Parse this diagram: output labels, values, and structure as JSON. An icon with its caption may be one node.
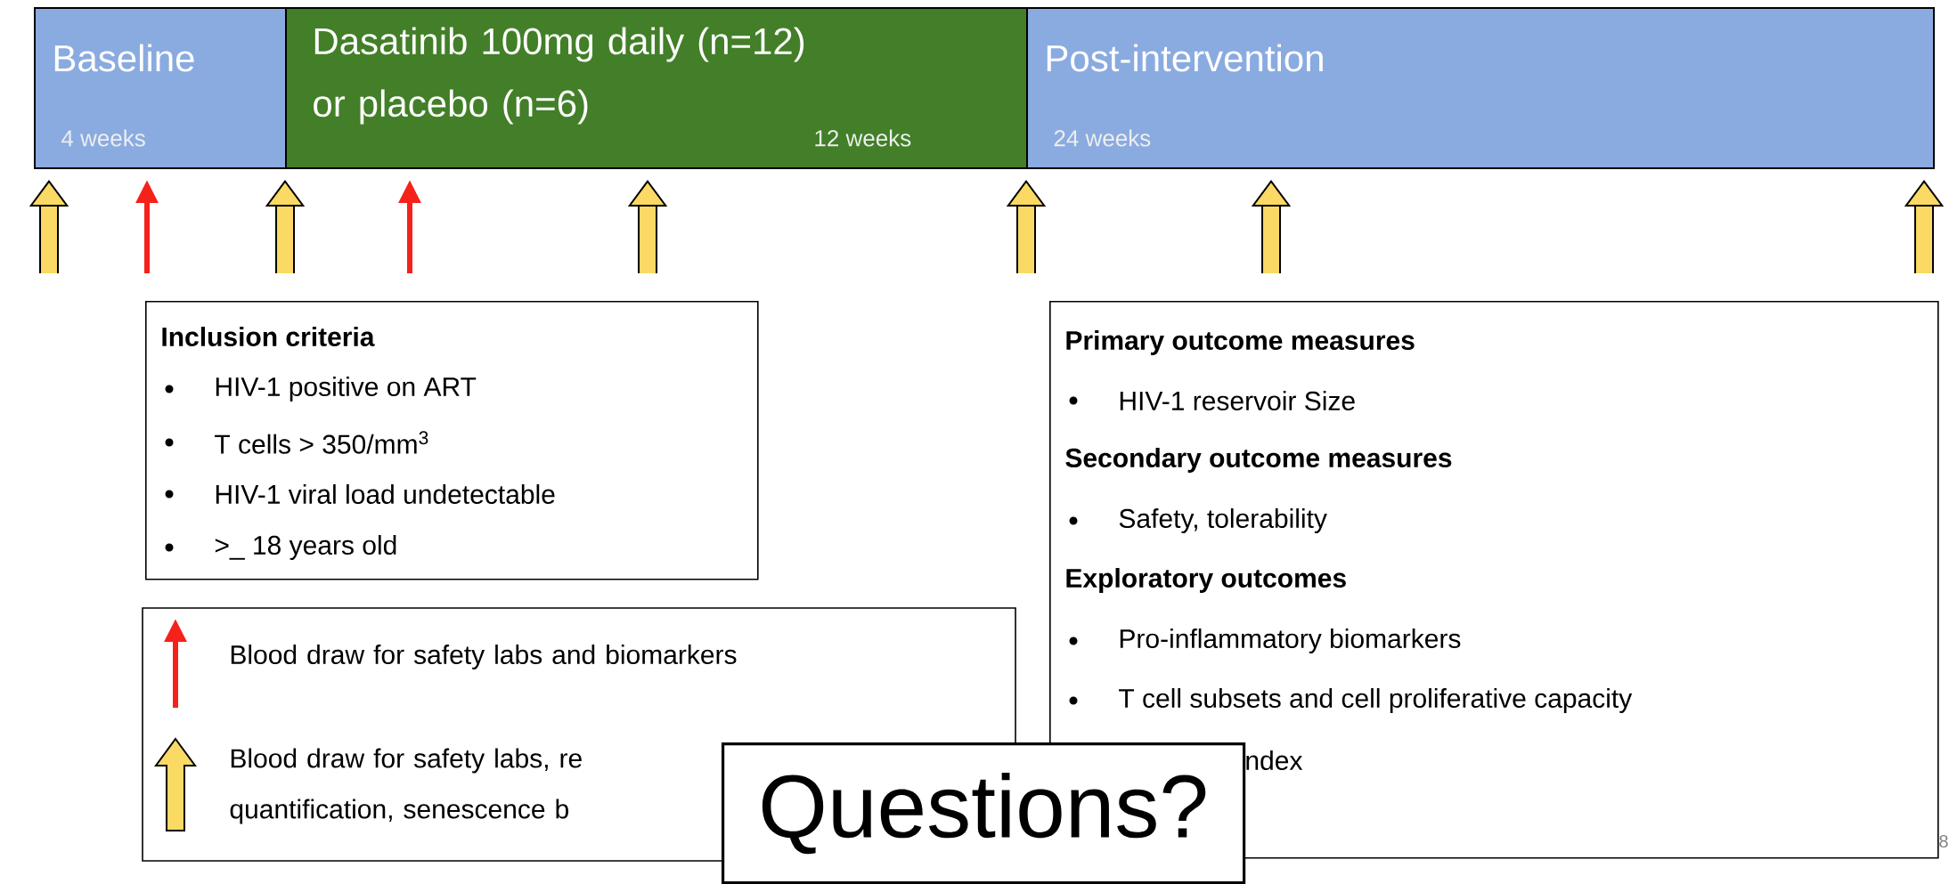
{
  "diagram": {
    "nodes": [
      {
        "text": [
          "Baseline",
          "4 weeks"
        ]
      },
      {
        "text": [
          "Dasatinib 100mg daily (n=12) or placebo (n=6)",
          "12 weeks"
        ]
      },
      {
        "text": [
          "Post-intervention",
          "24 weeks"
        ]
      },
      {
        "text": [
          "Inclusion criteria",
          "HIV-1 positive on ART",
          "T cells > 350/mm$^{3}$",
          "HIV-1 viral load undetectable",
          ">_ 18 years old"
        ]
      },
      {
        "text": [
          "Primary outcome measures",
          "HIV-1 reservoir Size",
          "Secondary outcome measures",
          "Safety, tolerability",
          "Exploratory outcomes",
          "Pro-inflammatory biomarkers",
          "T cell subsets and cell proliferative capacity",
          "ndex"
        ]
      },
      {
        "text": [
          "Questions?"
        ]
      }
    ],
    "edges": [
      {
        "from": null,
        "to": 0,
        "arrow": "to"
      },
      {
        "from": null,
        "to": 0,
        "arrow": "to",
        "color": "#f5221b"
      },
      {
        "from": null,
        "to": 1,
        "arrow": "to"
      },
      {
        "from": null,
        "to": 1,
        "arrow": "to",
        "color": "#f5221b"
      },
      {
        "from": null,
        "to": 1,
        "arrow": "to"
      },
      {
        "from": null,
        "to": 2,
        "arrow": "to"
      },
      {
        "from": null,
        "to": 2,
        "arrow": "to"
      },
      {
        "from": null,
        "to": 2,
        "arrow": "to"
      }
    ],
    "labels": [
      "8"
    ],
    "legend": [
      {
        "text": "Blood draw for safety labs and biomarkers"
      },
      {
        "text": "Blood draw for safety labs, re quantification, senescence b"
      }
    ]
  }
}
